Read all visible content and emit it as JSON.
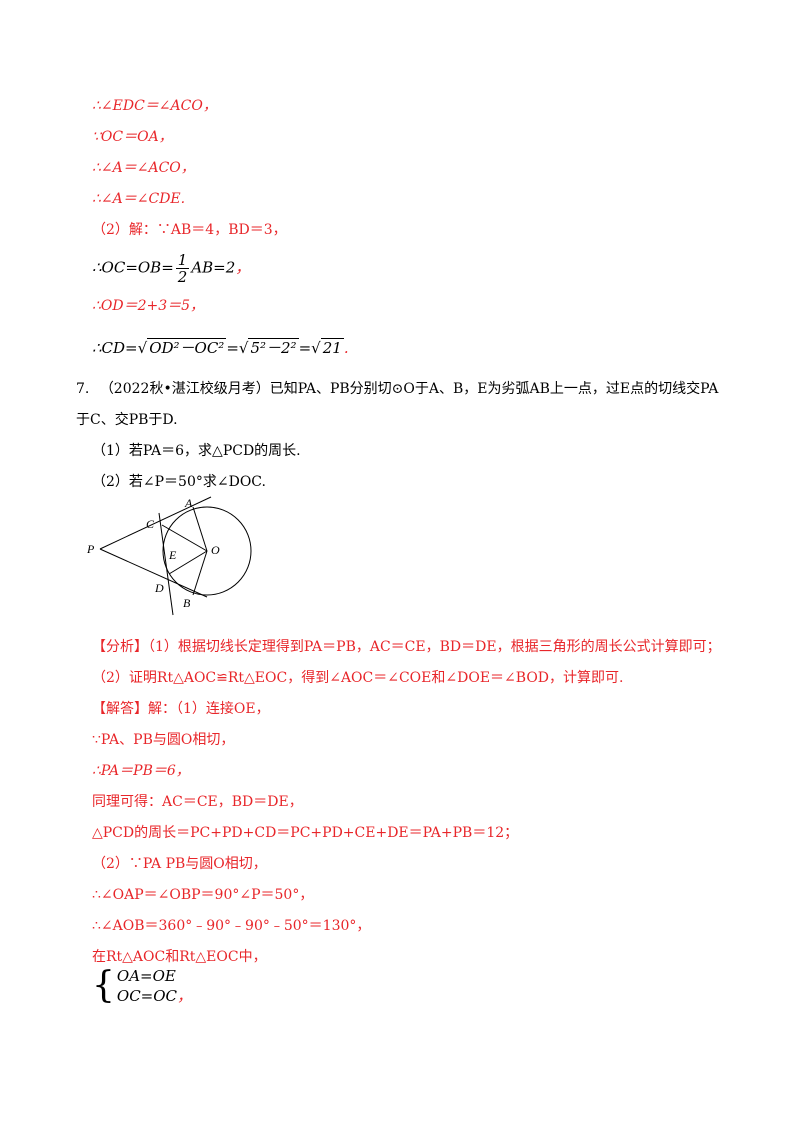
{
  "proof": {
    "l1": "∴∠EDC＝∠ACO，",
    "l2": "∵OC＝OA，",
    "l3": "∴∠A＝∠ACO，",
    "l4": "∴∠A＝∠CDE.",
    "l5": "（2）解：∵AB＝4，BD＝3，",
    "l6_pre": "∴OC=OB=",
    "l6_num": "1",
    "l6_den": "2",
    "l6_post": "AB=2",
    "l6_end": "，",
    "l7": "∴OD＝2+3＝5，",
    "l8_pre": "∴CD=√",
    "l8_rad1": "OD²－OC²",
    "l8_mid": "=√",
    "l8_rad2": "5²－2²",
    "l8_mid2": "=√",
    "l8_rad3": "21",
    "l8_end": "."
  },
  "question": {
    "number": "7.",
    "line1": "（2022秋•湛江校级月考）已知PA、PB分别切⊙O于A、B，E为劣弧AB上一点，过E点的切线交PA",
    "line2": "于C、交PB于D.",
    "part1": "（1）若PA＝6，求△PCD的周长.",
    "part2": "（2）若∠P＝50°求∠DOC."
  },
  "figure": {
    "labels": {
      "P": "P",
      "A": "A",
      "B": "B",
      "C": "C",
      "D": "D",
      "E": "E",
      "O": "O"
    }
  },
  "analysis": {
    "tag": "【分析】",
    "line1": "（1）根据切线长定理得到PA＝PB，AC＝CE，BD＝DE，根据三角形的周长公式计算即可；",
    "line2": "（2）证明Rt△AOC≌Rt△EOC，得到∠AOC＝∠COE和∠DOE＝∠BOD，计算即可."
  },
  "solution": {
    "tag": "【解答】",
    "line1": "解：（1）连接OE，",
    "line2": "∵PA、PB与圆O相切，",
    "line3": "∴PA＝PB＝6，",
    "line4": "同理可得：AC＝CE，BD＝DE，",
    "line5": "△PCD的周长＝PC+PD+CD＝PC+PD+CE+DE＝PA+PB＝12；",
    "line6": "（2）∵PA PB与圆O相切，",
    "line7": "∴∠OAP＝∠OBP＝90°∠P＝50°，",
    "line8": "∴∠AOB＝360°﹣90°﹣90°﹣50°＝130°，",
    "line9": "在Rt△AOC和Rt△EOC中，",
    "sys1": "OA=OE",
    "sys2": "OC=OC",
    "sys_end": "，"
  }
}
